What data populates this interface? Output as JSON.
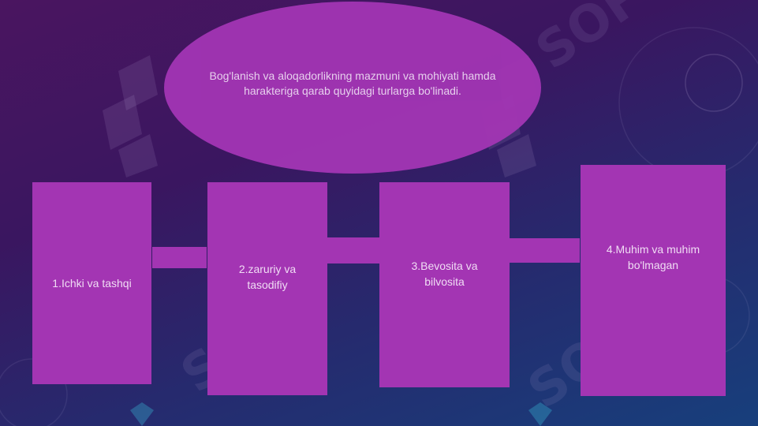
{
  "title": "Bog'lanish va aloqadorlikning mazmuni va mohiyati hamda harakteriga qarab quyidagi turlarga bo'linadi.",
  "boxes": [
    {
      "label": "1.Ichki va tashqi"
    },
    {
      "label": "2.zaruriy va tasodifiy"
    },
    {
      "label": "3.Bevosita va bilvosita"
    },
    {
      "label": "4.Muhim va muhim bo'lmagan"
    }
  ],
  "colors": {
    "shape_fill": "#a335b3",
    "text": "#f0dcf4",
    "background_top": "#4a1560",
    "background_bottom": "#173f7c"
  }
}
